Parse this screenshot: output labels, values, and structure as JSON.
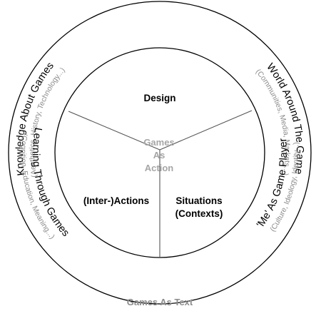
{
  "inner_sectors": {
    "top": "Design",
    "left": "(Inter-)Actions",
    "right_line1": "Situations",
    "right_line2": "(Contexts)"
  },
  "center": {
    "line1": "Games",
    "line2": "As",
    "line3": "Action"
  },
  "outer_ring": {
    "top_left": {
      "title": "Knowledge About Games",
      "subtitle": "(Aesthetics, History, Technology...)"
    },
    "top_right": {
      "title": "World Around The Game",
      "subtitle": "(Communities, Media, Markets...)"
    },
    "bottom_left": {
      "title": "Learning Through Games",
      "subtitle": "(Cognition, Education, Meaning...)"
    },
    "bottom_right": {
      "title": "'Me' As Game Player",
      "subtitle": "(Culture, Ideology, Identity...)"
    },
    "caption": "Games As Text"
  }
}
